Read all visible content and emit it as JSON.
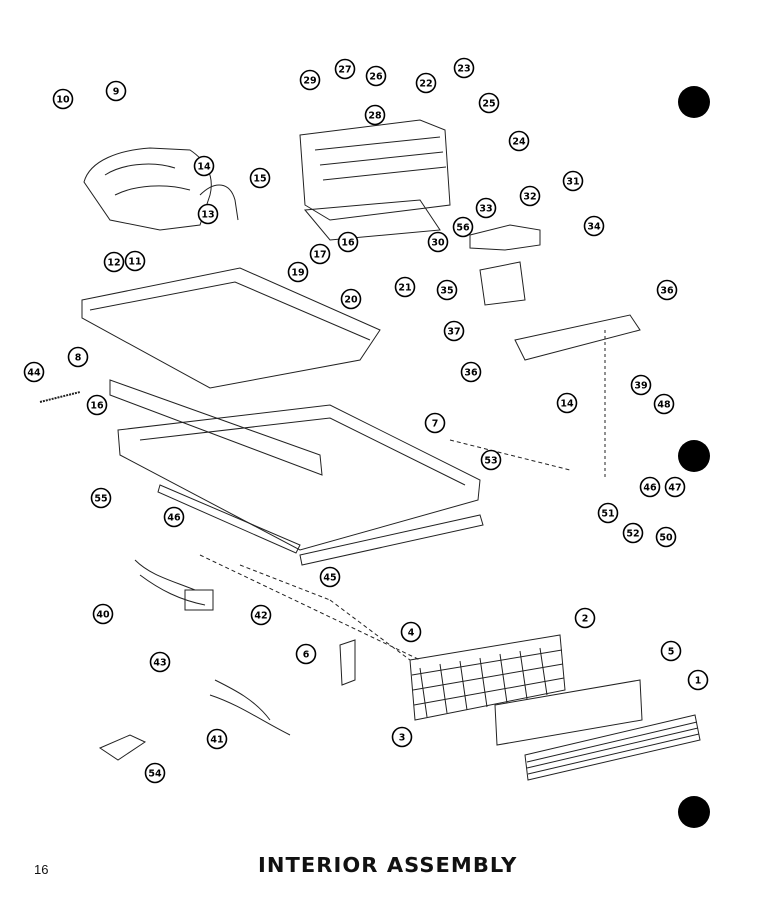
{
  "page_number": "16",
  "title": "INTERIOR ASSEMBLY",
  "callouts": [
    "1",
    "2",
    "3",
    "4",
    "5",
    "6",
    "7",
    "8",
    "9",
    "10",
    "11",
    "12",
    "13",
    "14",
    "15",
    "16",
    "17",
    "19",
    "20",
    "21",
    "22",
    "23",
    "24",
    "25",
    "26",
    "27",
    "28",
    "29",
    "30",
    "31",
    "32",
    "33",
    "34",
    "35",
    "36",
    "37",
    "39",
    "40",
    "41",
    "42",
    "43",
    "44",
    "45",
    "46",
    "47",
    "48",
    "50",
    "51",
    "52",
    "53",
    "54",
    "55",
    "56"
  ]
}
